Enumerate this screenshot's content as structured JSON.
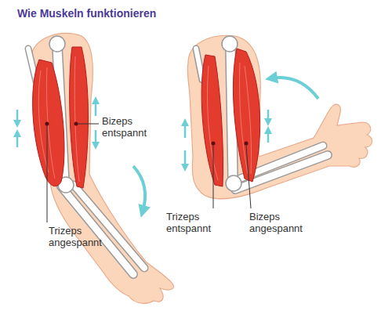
{
  "diagram": {
    "title": "Wie Muskeln funktionieren",
    "labels": [
      "Bizeps entspannt",
      "Trizeps angespannt",
      "Trizeps entspannt",
      "Bizeps angespannt"
    ]
  }
}
